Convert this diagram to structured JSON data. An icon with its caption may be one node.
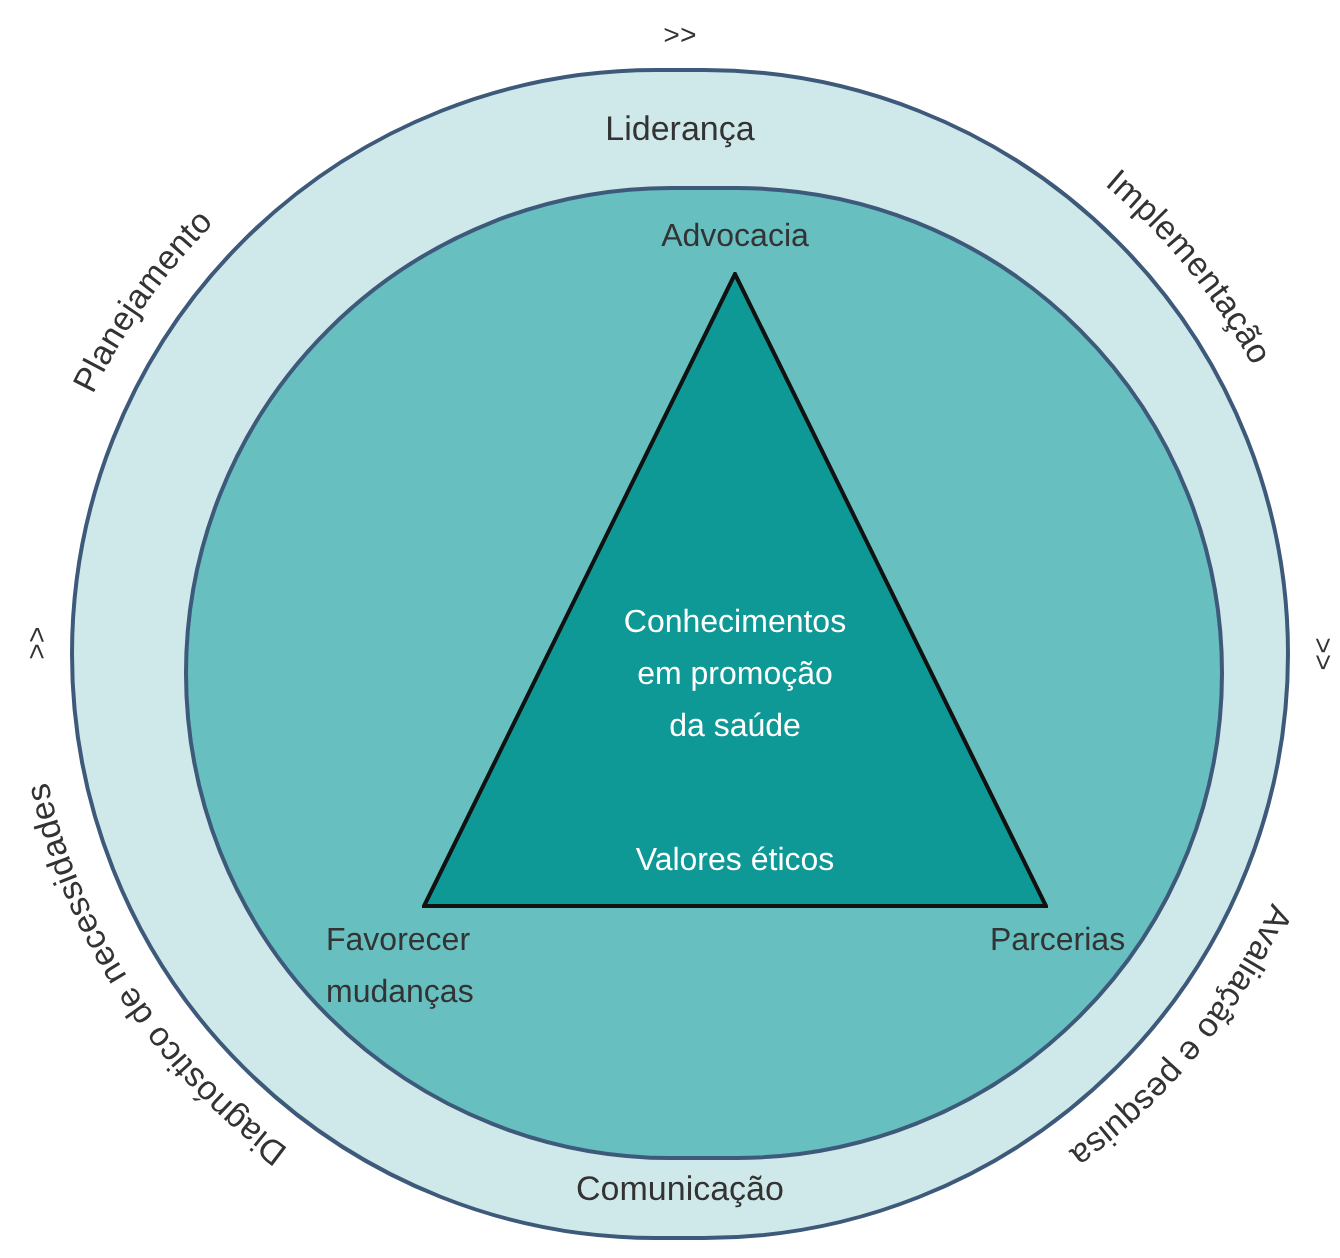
{
  "diagram": {
    "nodes": [
      {
        "text": [
          "Liderança",
          "Comunicação"
        ]
      },
      {
        "text": [],
        "shape": "circle",
        "in": 0
      },
      {
        "text": [
          "Conhecimentos em promoção da saúde",
          "Valores éticos"
        ],
        "in": 1,
        "beside": [
          "Advocacia",
          "Favorecer mudanças",
          "Parcerias"
        ]
      }
    ],
    "labels": [
      ">>",
      "Planejamento",
      "Implementação",
      ">>",
      ">>",
      "Diagnóstico de necessidades",
      "Avaliação e pesquisa"
    ]
  }
}
